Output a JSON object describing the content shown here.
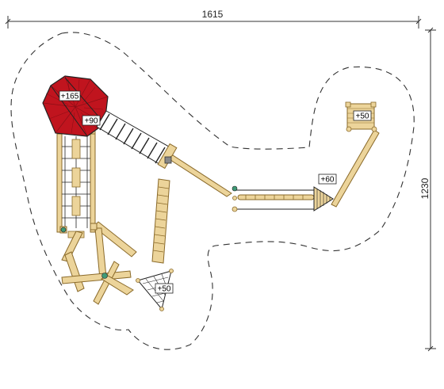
{
  "dimensions": {
    "width_label": "1615",
    "height_label": "1230"
  },
  "height_tags": [
    {
      "id": "tower-roof",
      "text": "+165"
    },
    {
      "id": "tower-deck",
      "text": "+90"
    },
    {
      "id": "right-platform",
      "text": "+50"
    },
    {
      "id": "rope-bridge-end",
      "text": "+60"
    },
    {
      "id": "climbing-net",
      "text": "+50"
    }
  ],
  "colors": {
    "roof": "#c0141e",
    "roof_dark": "#8a0f16",
    "wood": "#ecd49a",
    "wood_stroke": "#8a6a2a",
    "outline": "#222222",
    "post_green": "#3f9a76"
  }
}
